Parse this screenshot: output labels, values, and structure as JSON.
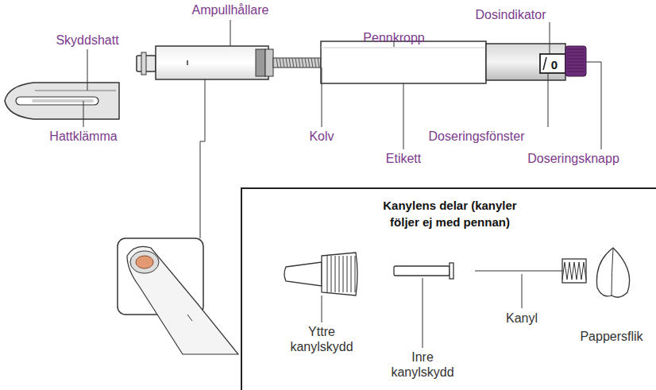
{
  "diagram": {
    "nodes": [
      {
        "text": [
          "Kanylens delar (kanyler följer ej med pennan)"
        ]
      }
    ],
    "labels": [
      "Skyddshatt",
      "Hattklämma",
      "Ampullhållare",
      "Kolv",
      "Pennkropp",
      "Etikett",
      "Dosindikator",
      "Doseringsfönster",
      "Doseringsknapp",
      "0",
      "Yttre kanylskydd",
      "Inre kanylskydd",
      "Kanyl",
      "Pappersflik"
    ]
  }
}
